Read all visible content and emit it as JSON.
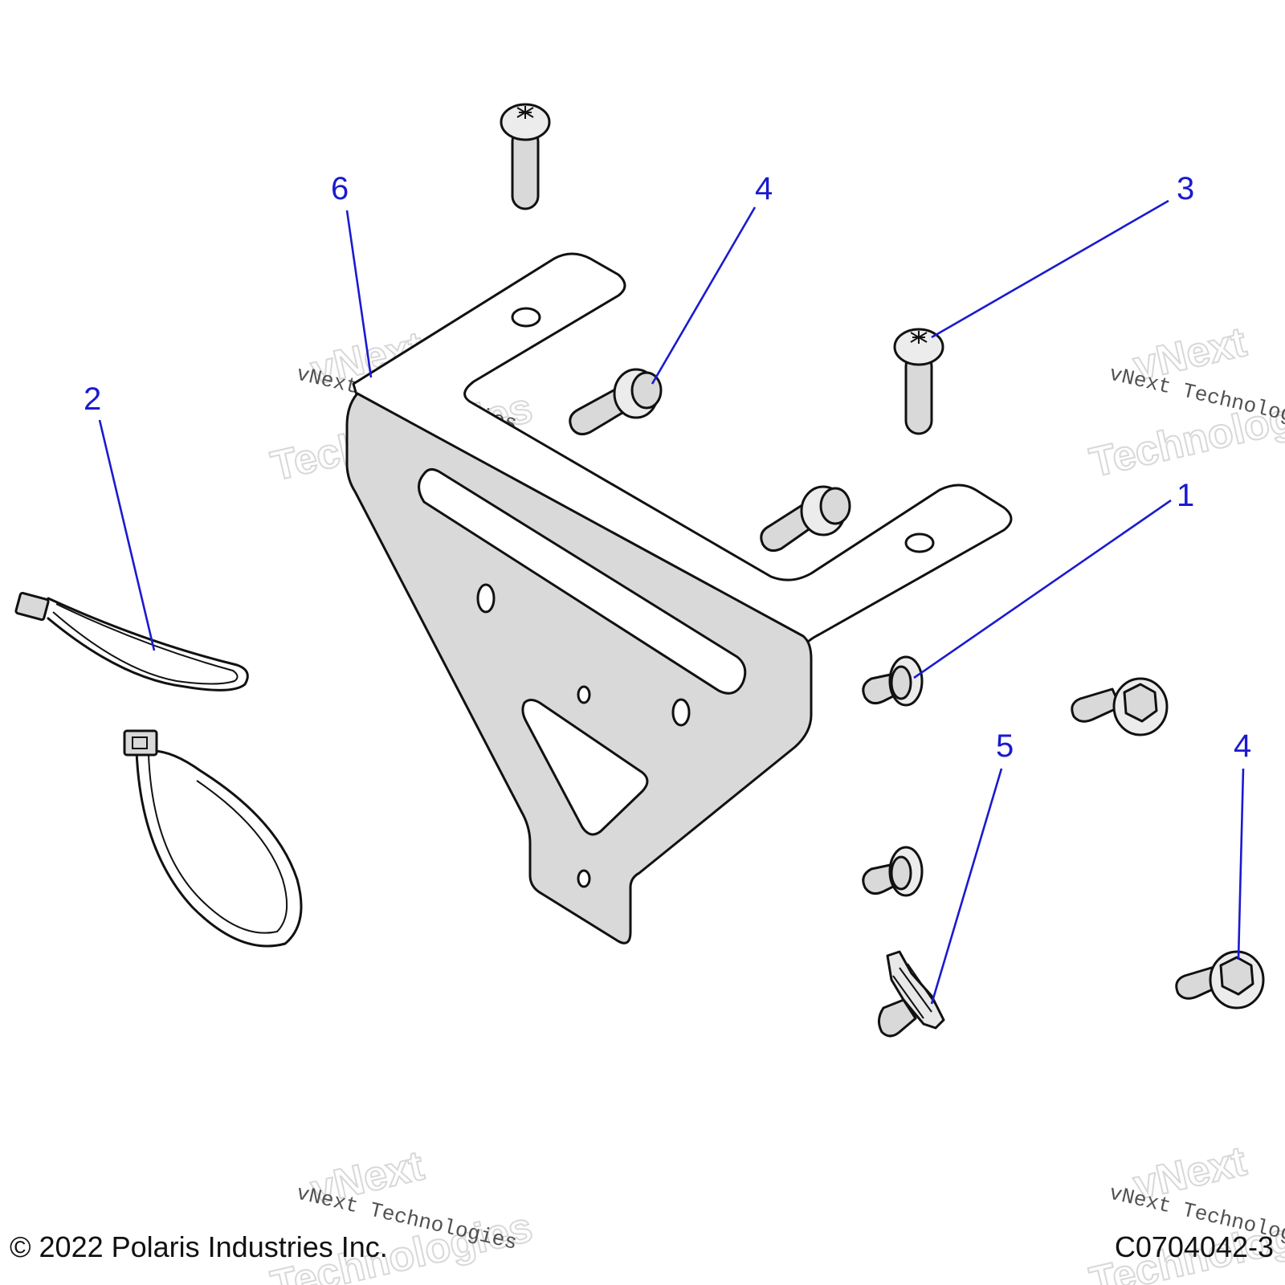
{
  "callouts": [
    {
      "id": "callout-6",
      "label": "6"
    },
    {
      "id": "callout-4-top",
      "label": "4"
    },
    {
      "id": "callout-3",
      "label": "3"
    },
    {
      "id": "callout-2",
      "label": "2"
    },
    {
      "id": "callout-1",
      "label": "1"
    },
    {
      "id": "callout-5",
      "label": "5"
    },
    {
      "id": "callout-4-bottom",
      "label": "4"
    }
  ],
  "watermark": {
    "line1": "vNext Technologies",
    "line2": "vNext",
    "line3": "Technologies"
  },
  "footer": {
    "copyright": "© 2022 Polaris Industries Inc.",
    "figure_id": "C0704042-3"
  },
  "colors": {
    "callout": "#1a1ad0",
    "part_fill": "#d9d9d9",
    "outline": "#111111"
  }
}
